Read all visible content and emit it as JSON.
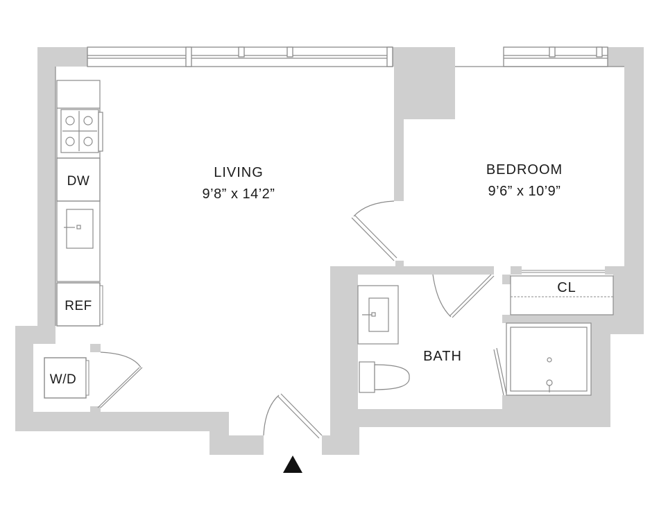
{
  "rooms": {
    "living": {
      "name": "LIVING",
      "dims": "9’8” x 14’2”"
    },
    "bedroom": {
      "name": "BEDROOM",
      "dims": "9’6” x 10’9”"
    },
    "bath": {
      "name": "BATH"
    },
    "closet": {
      "name": "CL"
    }
  },
  "appliances": {
    "dishwasher": "DW",
    "refrigerator": "REF",
    "washer_dryer": "W/D"
  },
  "icons": {
    "entry": "entry-arrow-icon",
    "range": "stove-icon",
    "sink": "sink-icon",
    "toilet": "toilet-icon",
    "shower": "shower-icon"
  },
  "colors": {
    "wall": "#cfcfcf",
    "line": "#8a8a8a",
    "text": "#1a1a1a",
    "background": "#ffffff"
  }
}
